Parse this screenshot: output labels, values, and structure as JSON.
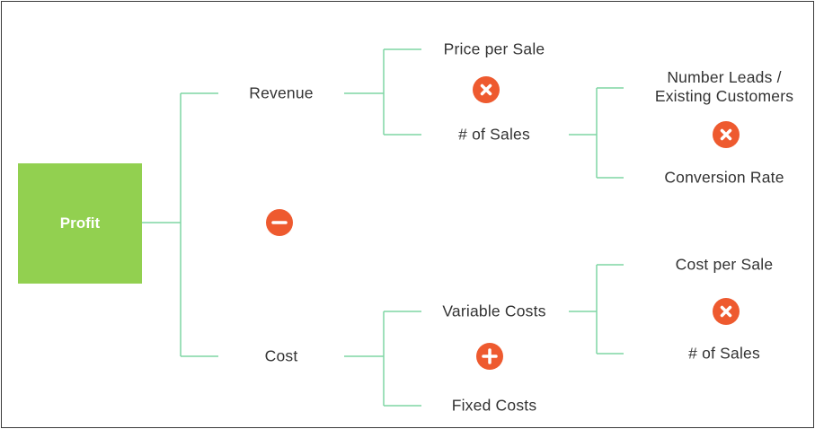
{
  "diagram": {
    "root": {
      "label": "Profit",
      "fill": "#92d050"
    },
    "connector_color": "#7fd6a4",
    "operator_color": "#ee5a2f",
    "nodes": {
      "revenue": "Revenue",
      "cost": "Cost",
      "price_per_sale": "Price per Sale",
      "num_sales_revenue": "# of Sales",
      "number_leads": "Number Leads / Existing Customers",
      "conversion_rate": "Conversion Rate",
      "variable_costs": "Variable Costs",
      "fixed_costs": "Fixed Costs",
      "cost_per_sale": "Cost per Sale",
      "num_sales_cost": "# of Sales"
    },
    "operators": {
      "profit": "minus-icon",
      "revenue": "times-icon",
      "sales": "times-icon",
      "cost": "plus-icon",
      "variable_costs": "times-icon"
    }
  }
}
